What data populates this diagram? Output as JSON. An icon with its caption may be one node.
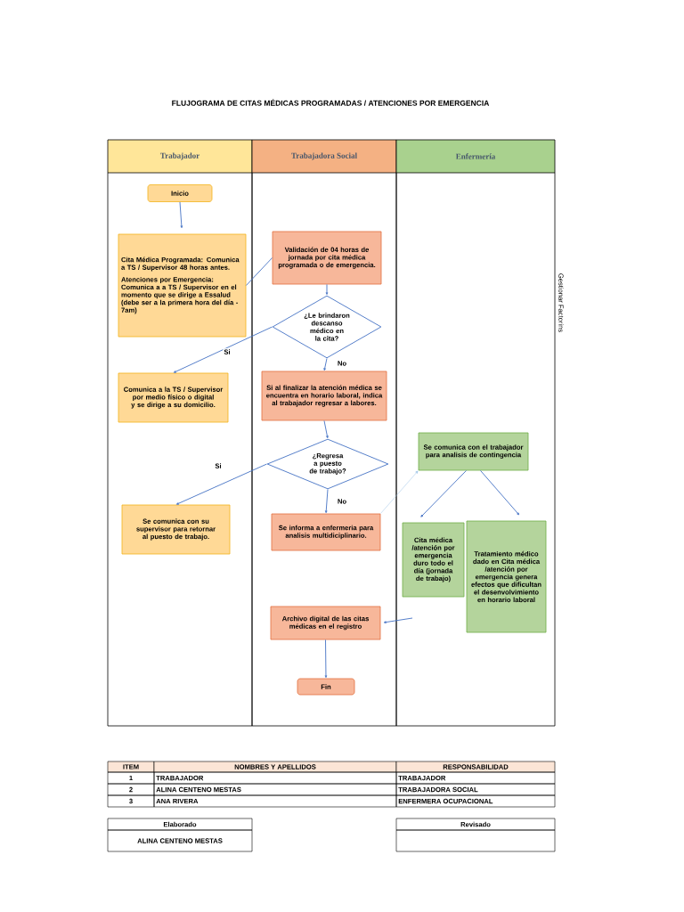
{
  "diagram": {
    "title": "FLUJOGRAMA DE CITAS MÉDICAS PROGRAMADAS / ATENCIONES POR EMERGENCIA",
    "nodes": [
      {
        "text": [
          "Trabajador"
        ]
      },
      {
        "text": [
          "Trabajadora Social"
        ]
      },
      {
        "text": [
          "Enfermería"
        ]
      },
      {
        "text": [
          "Inicio"
        ],
        "in": 0
      },
      {
        "text": [
          "Cita Médica Programada: Comunica a TS / Supervisor 48 horas antes.",
          "Atenciones por Emergencia: Comunica a a TS / Supervisor en el momento que se dirige a Essalud (debe ser a la primera hora del día - 7am)"
        ],
        "in": 0
      },
      {
        "text": [
          "Validación de 04 horas de jornada por cita médica programada o de emergencia."
        ],
        "in": 1
      },
      {
        "text": [
          "¿Le brindaron descanso médico en la cita?"
        ],
        "in": 1
      },
      {
        "text": [
          "Comunica a la TS / Supervisor por medio físico o digital y se dirige a su domicilio."
        ],
        "in": 0
      },
      {
        "text": [
          "Si al finalizar la atención médica se encuentra en horario laboral, indica al trabajador regresar a labores."
        ],
        "in": 1
      },
      {
        "text": [
          "¿Regresa a puesto de trabajo?"
        ],
        "in": 1
      },
      {
        "text": [
          "Se comunica con su supervisor para retornar al puesto de trabajo."
        ],
        "in": 0
      },
      {
        "text": [
          "Se informa a enfermeria para analisis multidiciplinario."
        ],
        "in": 1
      },
      {
        "text": [
          "Se comunica con el trabajador para analisis de contingencia"
        ],
        "in": 2
      },
      {
        "text": [
          "Cita médica /atención por emergencia duro todo el día (jornada de trabajo)"
        ],
        "in": 2
      },
      {
        "text": [
          "Tratamiento médico dado en Cita médica /atención por emergencia genera efectos que dificultan el desenvolvimiento en horario laboral"
        ],
        "in": 2
      },
      {
        "text": [
          "Archivo digital de las citas médicas en el registro"
        ],
        "in": 1
      },
      {
        "text": [
          "Fin"
        ],
        "in": 1
      }
    ],
    "edges": [
      {
        "from": 3,
        "to": 4,
        "arrow": "to"
      },
      {
        "from": 4,
        "to": 5,
        "arrow": "none"
      },
      {
        "from": 5,
        "to": 6,
        "arrow": "to"
      },
      {
        "from": 6,
        "to": 7,
        "arrow": "to",
        "label": "Si"
      },
      {
        "from": 6,
        "to": 8,
        "arrow": "to",
        "label": "No"
      },
      {
        "from": 8,
        "to": 9,
        "arrow": "to"
      },
      {
        "from": 9,
        "to": 10,
        "arrow": "to",
        "label": "Si"
      },
      {
        "from": 9,
        "to": 11,
        "arrow": "to",
        "label": "No"
      },
      {
        "from": 11,
        "to": 12,
        "arrow": "to",
        "color": "#9dc3e6"
      },
      {
        "from": 12,
        "to": 13,
        "arrow": "to"
      },
      {
        "from": 12,
        "to": 14,
        "arrow": "to"
      },
      {
        "from": null,
        "to": 15,
        "arrow": "to"
      },
      {
        "from": 15,
        "to": 16,
        "arrow": "to"
      }
    ],
    "labels": [
      "Gestionar Factorins",
      "ITEM",
      "NOMBRES Y APELLIDOS",
      "RESPONSABILIDAD",
      "1",
      "TRABAJADOR",
      "TRABAJADOR",
      "2",
      "ALINA CENTENO MESTAS",
      "TRABAJADORA SOCIAL",
      "3",
      "ANA RIVERA",
      "ENFERMERA OCUPACIONAL",
      "Elaborado",
      "Revisado",
      "ALINA CENTENO MESTAS"
    ]
  }
}
